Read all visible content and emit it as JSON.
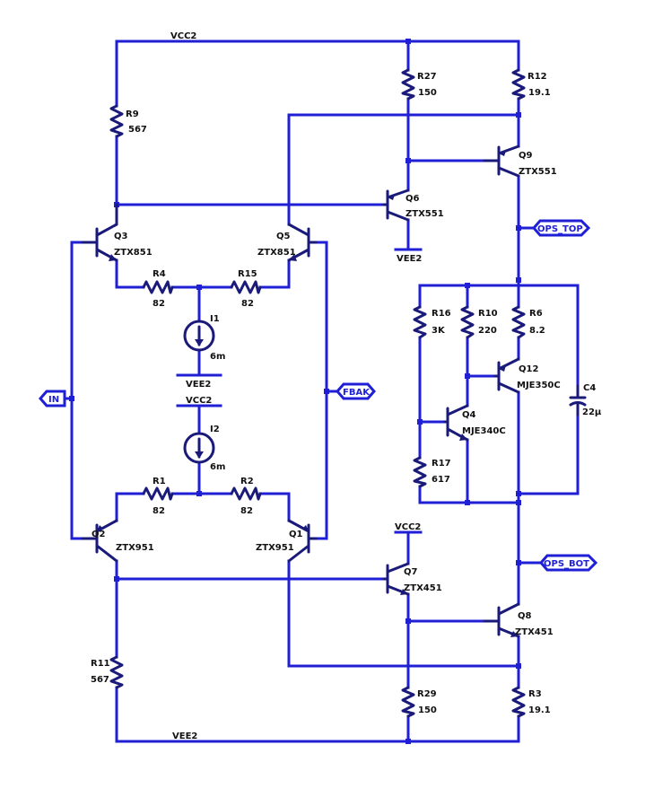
{
  "nets": {
    "vcc": "VCC2",
    "vee": "VEE2"
  },
  "ports": {
    "in": "IN",
    "fbak": "FBAK",
    "ops_top": "OPS_TOP",
    "ops_bot": "OPS_BOT"
  },
  "resistors": {
    "r9": {
      "ref": "R9",
      "value": "567"
    },
    "r27": {
      "ref": "R27",
      "value": "150"
    },
    "r12": {
      "ref": "R12",
      "value": "19.1"
    },
    "r4": {
      "ref": "R4",
      "value": "82"
    },
    "r15": {
      "ref": "R15",
      "value": "82"
    },
    "r1": {
      "ref": "R1",
      "value": "82"
    },
    "r2": {
      "ref": "R2",
      "value": "82"
    },
    "r16": {
      "ref": "R16",
      "value": "3K"
    },
    "r10": {
      "ref": "R10",
      "value": "220"
    },
    "r6": {
      "ref": "R6",
      "value": "8.2"
    },
    "r17": {
      "ref": "R17",
      "value": "617"
    },
    "r11": {
      "ref": "R11",
      "value": "567"
    },
    "r29": {
      "ref": "R29",
      "value": "150"
    },
    "r3": {
      "ref": "R3",
      "value": "19.1"
    }
  },
  "transistors": {
    "q3": {
      "ref": "Q3",
      "part": "ZTX851"
    },
    "q5": {
      "ref": "Q5",
      "part": "ZTX851"
    },
    "q6": {
      "ref": "Q6",
      "part": "ZTX551"
    },
    "q9": {
      "ref": "Q9",
      "part": "ZTX551"
    },
    "q12": {
      "ref": "Q12",
      "part": "MJE350C"
    },
    "q4": {
      "ref": "Q4",
      "part": "MJE340C"
    },
    "q2": {
      "ref": "Q2",
      "part": "ZTX951"
    },
    "q1": {
      "ref": "Q1",
      "part": "ZTX951"
    },
    "q7": {
      "ref": "Q7",
      "part": "ZTX451"
    },
    "q8": {
      "ref": "Q8",
      "part": "ZTX451"
    }
  },
  "sources": {
    "i1": {
      "ref": "I1",
      "value": "6m"
    },
    "i2": {
      "ref": "I2",
      "value": "6m"
    }
  },
  "capacitors": {
    "c4": {
      "ref": "C4",
      "value": "22µ"
    }
  },
  "colors": {
    "wire": "#1f1fd6",
    "component": "#1a1a7a",
    "text": "#111111"
  }
}
